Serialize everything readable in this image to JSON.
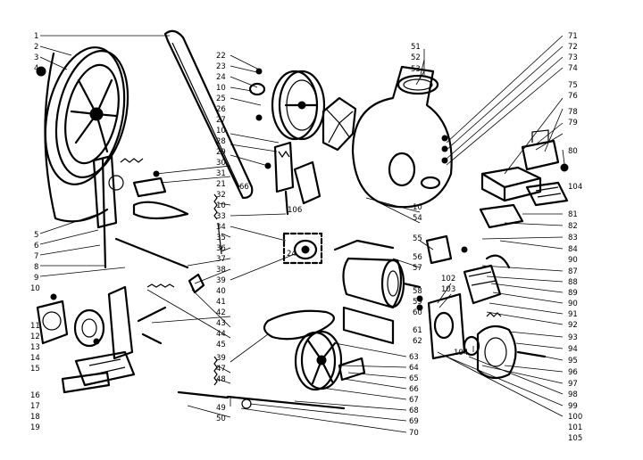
{
  "diagram": {
    "callouts_left": [
      "1",
      "2",
      "3",
      "4",
      "5",
      "6",
      "7",
      "8",
      "9",
      "10",
      "11",
      "12",
      "13",
      "14",
      "15",
      "16",
      "17",
      "18",
      "19"
    ],
    "callouts_center_upper": [
      "22",
      "23",
      "24",
      "10",
      "25",
      "26",
      "27",
      "10",
      "28",
      "29",
      "30",
      "31",
      "21",
      "32",
      "10",
      "33",
      "34",
      "35",
      "36",
      "37",
      "38",
      "39",
      "40",
      "41",
      "42",
      "43",
      "44",
      "45",
      "66",
      "106"
    ],
    "callouts_center_lower": [
      "39",
      "47",
      "48",
      "49",
      "50",
      "63",
      "64",
      "65",
      "66",
      "67",
      "68",
      "69",
      "70",
      "24",
      "57",
      "58",
      "59",
      "60",
      "61",
      "62"
    ],
    "callouts_right": [
      "71",
      "72",
      "73",
      "74",
      "75",
      "76",
      "78",
      "79",
      "80",
      "104",
      "81",
      "82",
      "83",
      "84",
      "90",
      "87",
      "88",
      "89",
      "90",
      "91",
      "92",
      "93",
      "94",
      "95",
      "96",
      "97",
      "98",
      "99",
      "100",
      "101",
      "105"
    ],
    "callouts_misc": [
      "51",
      "52",
      "53",
      "10",
      "54",
      "55",
      "56",
      "102",
      "103",
      "104"
    ]
  }
}
